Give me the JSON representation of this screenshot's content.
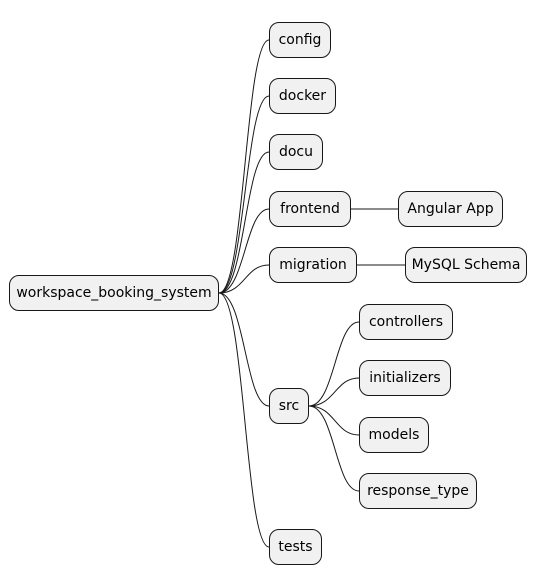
{
  "mindmap": {
    "root": {
      "label": "workspace_booking_system"
    },
    "branches": [
      {
        "label": "config",
        "children": []
      },
      {
        "label": "docker",
        "children": []
      },
      {
        "label": "docu",
        "children": []
      },
      {
        "label": "frontend",
        "children": [
          {
            "label": "Angular App"
          }
        ]
      },
      {
        "label": "migration",
        "children": [
          {
            "label": "MySQL Schema"
          }
        ]
      },
      {
        "label": "src",
        "children": [
          {
            "label": "controllers"
          },
          {
            "label": "initializers"
          },
          {
            "label": "models"
          },
          {
            "label": "response_type"
          }
        ]
      },
      {
        "label": "tests",
        "children": []
      }
    ],
    "colors": {
      "node_fill": "#f1f1f1",
      "node_border": "#181818",
      "edge": "#181818",
      "text": "#000000",
      "background": "#ffffff"
    }
  }
}
